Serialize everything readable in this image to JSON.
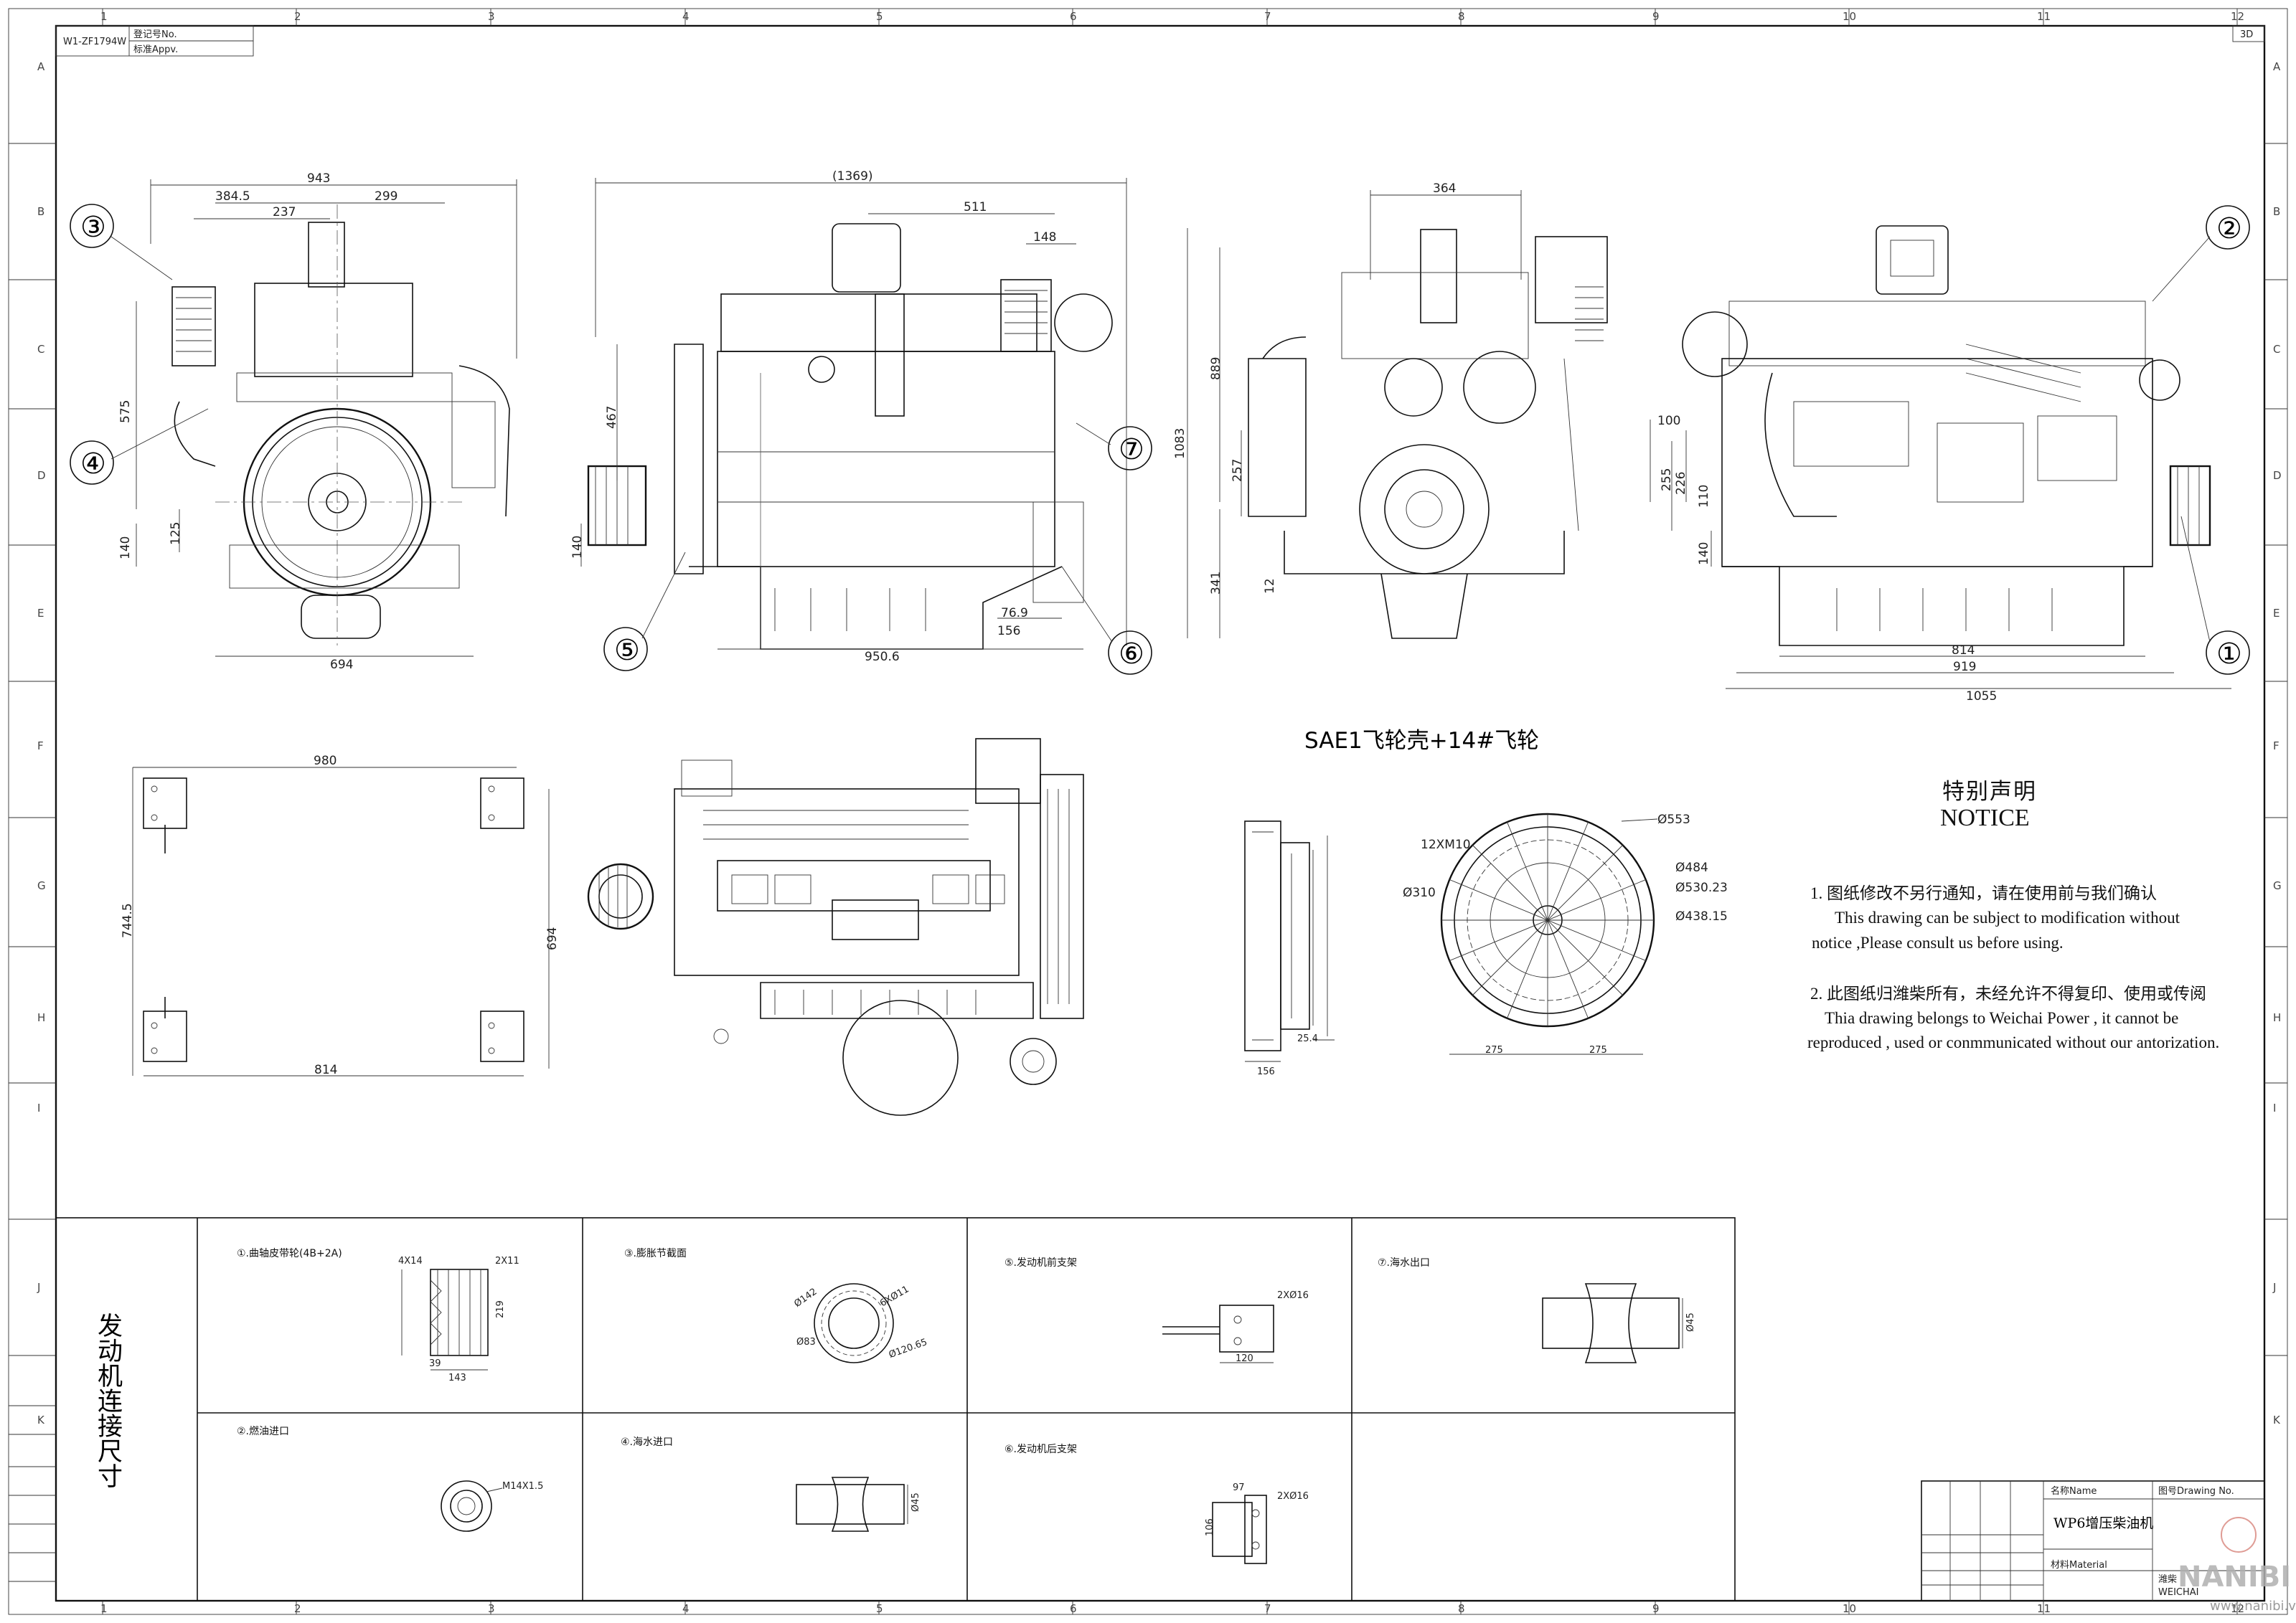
{
  "header": {
    "code": "W1-ZF1794W",
    "reg": "登记号No.",
    "approval": "标准Appv.",
    "view_tag": "3D"
  },
  "grid": {
    "cols": [
      "1",
      "2",
      "3",
      "4",
      "5",
      "6",
      "7",
      "8",
      "9",
      "10",
      "11",
      "12"
    ],
    "rows": [
      "A",
      "B",
      "C",
      "D",
      "E",
      "F",
      "G",
      "H",
      "I",
      "J",
      "K"
    ]
  },
  "callouts": [
    "①",
    "②",
    "③",
    "④",
    "⑤",
    "⑥",
    "⑦"
  ],
  "front_view_dims": {
    "w943": "943",
    "w3845": "384.5",
    "w299": "299",
    "w237": "237",
    "h575": "575",
    "h125": "125",
    "h140": "140",
    "w694": "694"
  },
  "side_view_dims": {
    "w1369": "(1369)",
    "w511": "511",
    "w148": "148",
    "h467": "467",
    "h140": "140",
    "w769": "76.9",
    "w156": "156",
    "w9506": "950.6"
  },
  "rear_view_dims": {
    "w364": "364",
    "h889": "889",
    "h1083": "1083",
    "h257": "257",
    "h341": "341",
    "h12": "12"
  },
  "right_view_dims": {
    "h100": "100",
    "h226": "226",
    "h255": "255",
    "h110": "110",
    "h140": "140",
    "w814": "814",
    "w919": "919",
    "w1055": "1055"
  },
  "mount_plan_dims": {
    "w980": "980",
    "h7445": "744.5",
    "h694": "694",
    "w814": "814"
  },
  "flywheel": {
    "title": "SAE1飞轮壳+14#飞轮",
    "holes": "12XM10",
    "d553": "Ø553",
    "d484": "Ø484",
    "d53023": "Ø530.23",
    "d43815": "Ø438.15",
    "d310": "Ø310",
    "w275a": "275",
    "w275b": "275",
    "w156": "156",
    "w254": "25.4"
  },
  "notice": {
    "title_cn": "特别声明",
    "title_en": "NOTICE",
    "p1_cn": "1. 图纸修改不另行通知，请在使用前与我们确认",
    "p1_en_a": "This drawing can be subject to modification without",
    "p1_en_b": "notice ,Please consult us before using.",
    "p2_cn": "2. 此图纸归潍柴所有，未经允许不得复印、使用或传阅",
    "p2_en_a": "Thia drawing belongs to Weichai Power , it cannot be",
    "p2_en_b": "reproduced , used or conmmunicated without our antorization."
  },
  "connection": {
    "side_title": "发动机连接尺寸",
    "p1": {
      "label": "①.曲轴皮带轮(4B+2A)",
      "d1": "4X14",
      "d2": "2X11",
      "d3": "219",
      "d4": "39",
      "d5": "143"
    },
    "p2": {
      "label": "②.燃油进口",
      "d1": "M14X1.5"
    },
    "p3": {
      "label": "③.膨胀节截面",
      "d1": "Ø142",
      "d2": "6XØ11",
      "d3": "Ø83",
      "d4": "Ø120.65"
    },
    "p4": {
      "label": "④.海水进口",
      "d1": "Ø45"
    },
    "p5": {
      "label": "⑤.发动机前支架",
      "d1": "2XØ16",
      "d2": "120"
    },
    "p6": {
      "label": "⑥.发动机后支架",
      "d1": "97",
      "d2": "2XØ16",
      "d3": "106"
    },
    "p7": {
      "label": "⑦.海水出口",
      "d1": "Ø45"
    }
  },
  "title_block": {
    "name_label": "名称Name",
    "drawing_no_label": "图号Drawing No.",
    "product": "WP6增压柴油机",
    "material_label": "材料Material",
    "company_cn": "潍柴",
    "company_en": "WEICHAI"
  },
  "watermark": {
    "brand": "NANIBI",
    "url": "www.nanibi.vn"
  }
}
